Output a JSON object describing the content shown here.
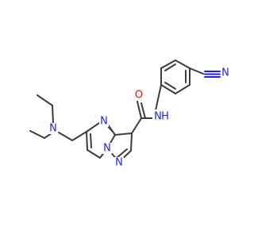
{
  "diagram": {
    "atom_labels": {
      "n_pyrimidine": "N",
      "n_bridgehead": "N",
      "n_pyrazole": "N",
      "n_amide": "N",
      "h_amide": "H",
      "o_carbonyl": "O",
      "n_nitrile": "N",
      "n_amine": "N"
    },
    "colors": {
      "bond": "#3c3c3c",
      "nitrogen": "#2020ee",
      "oxygen": "#ff0d0d",
      "background": "#ffffff"
    }
  }
}
